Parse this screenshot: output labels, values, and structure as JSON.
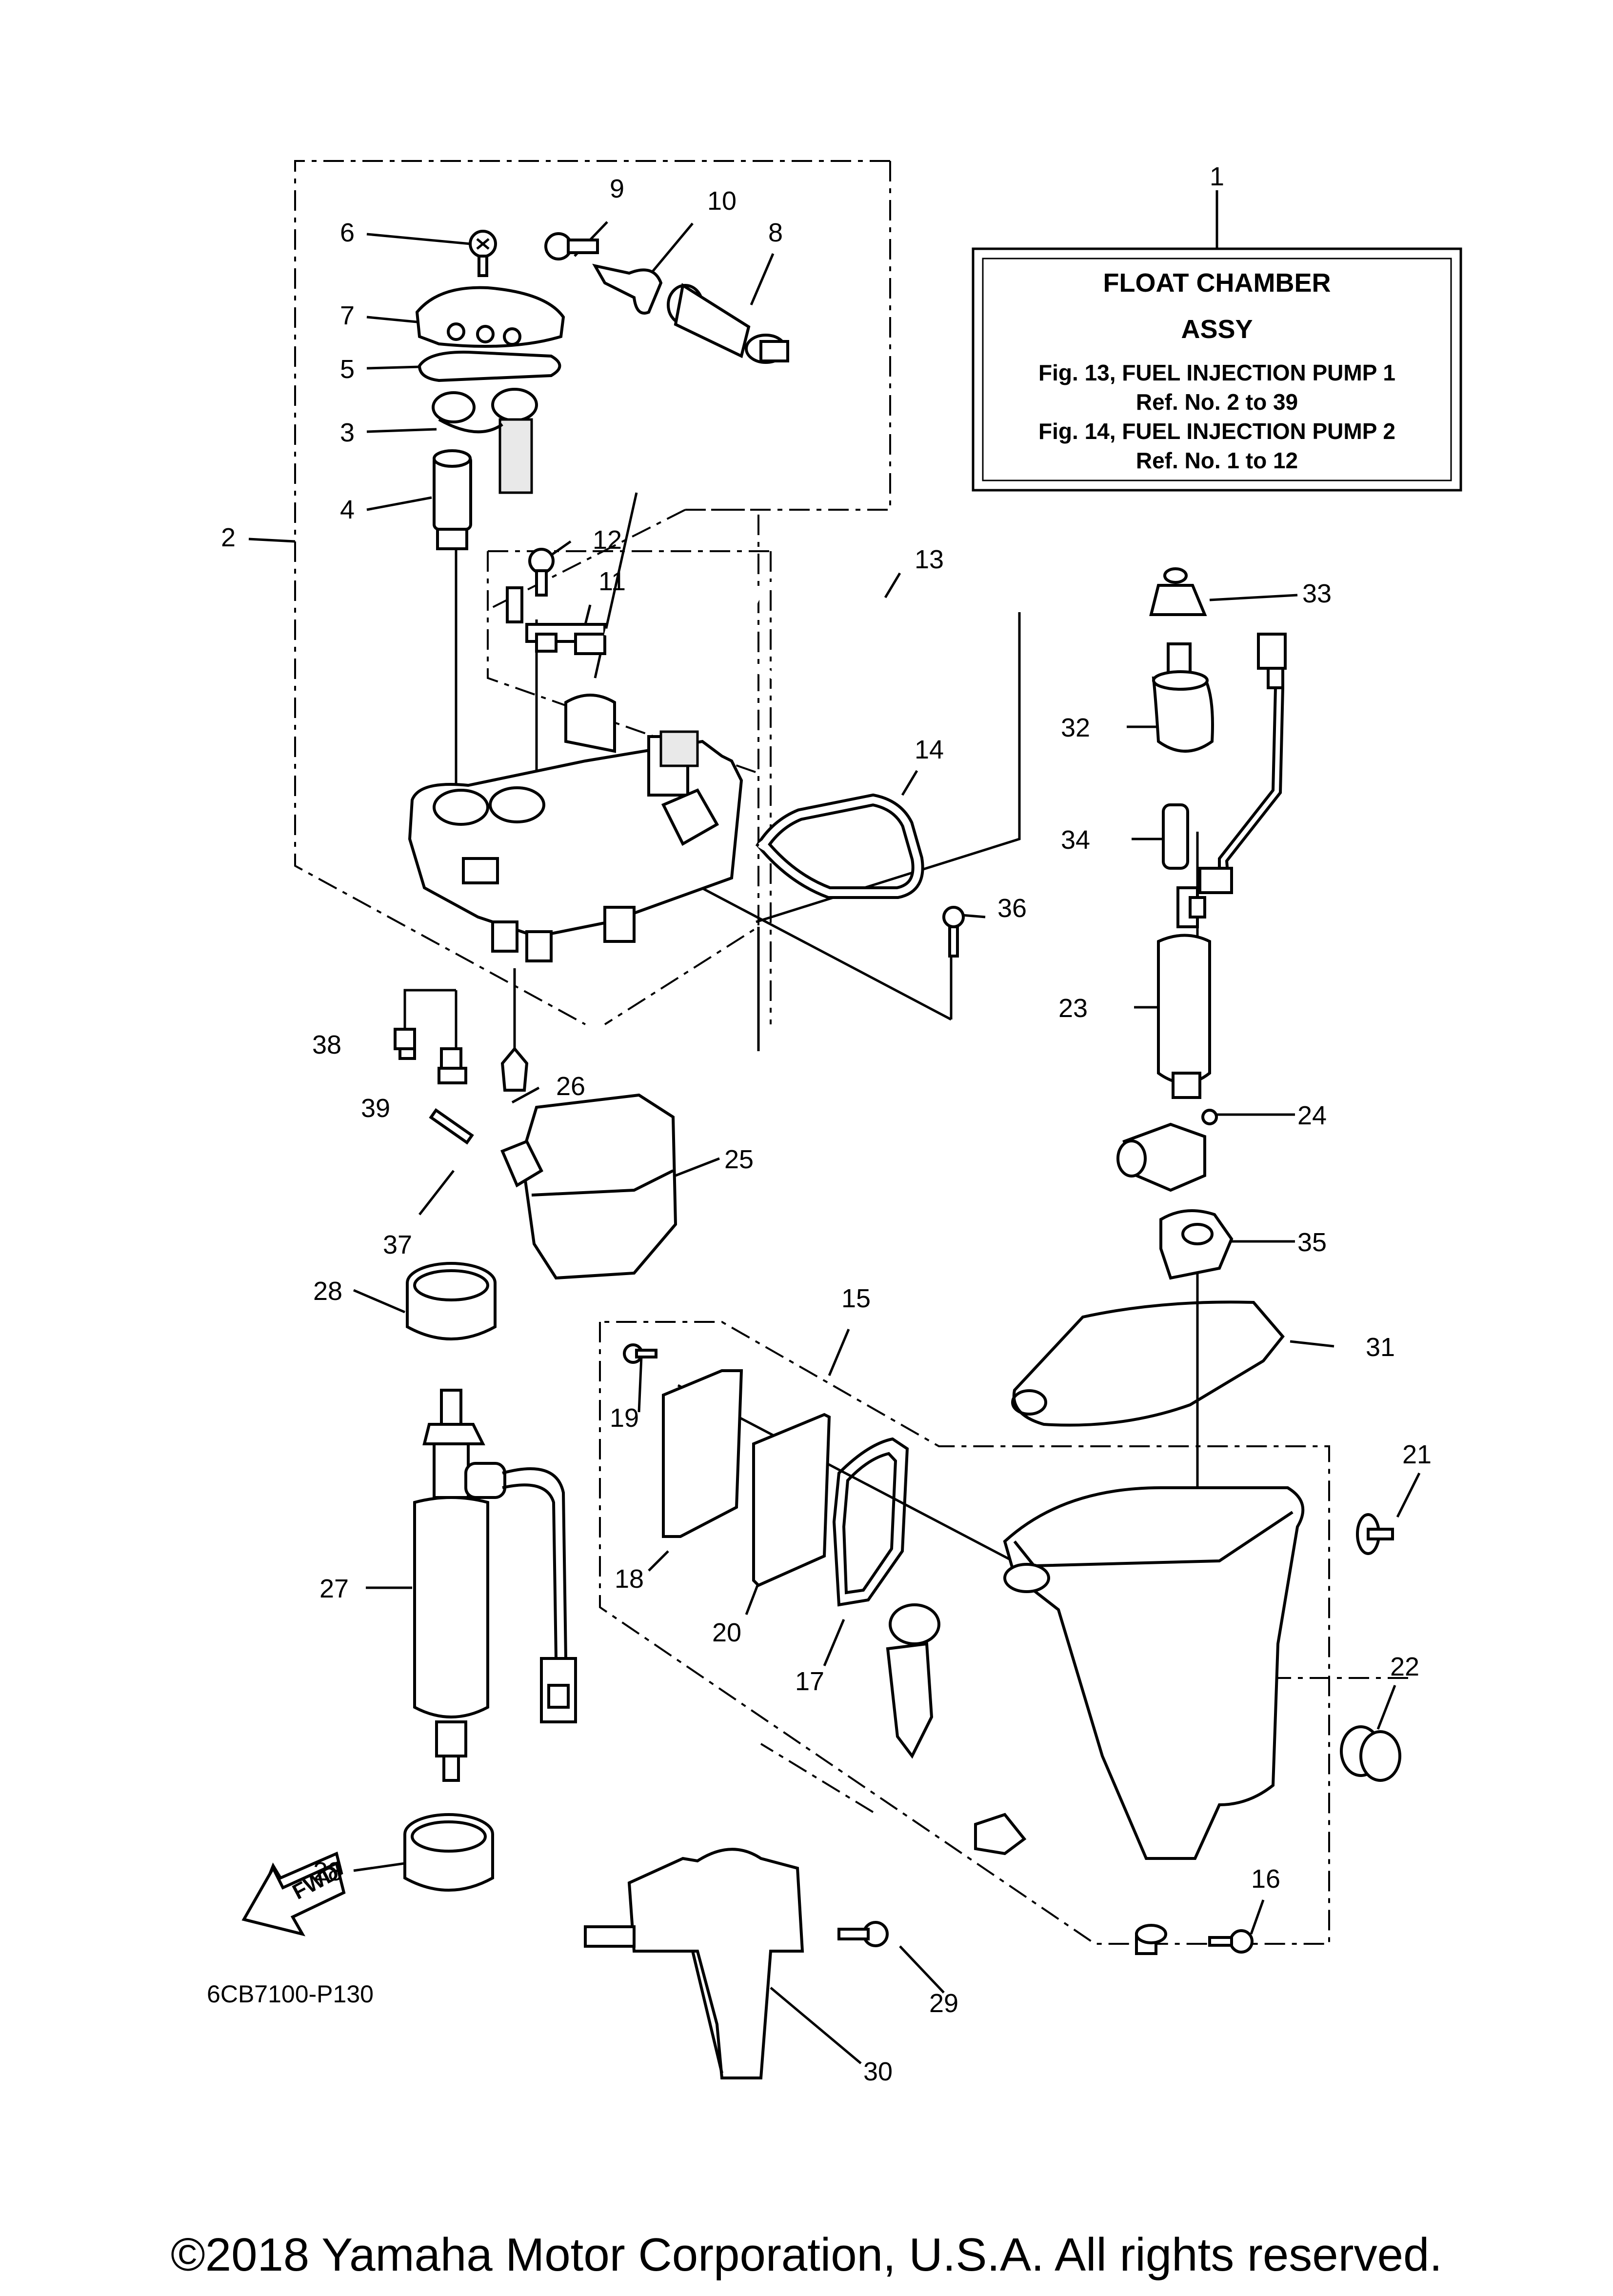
{
  "ref_box": {
    "title_line1": "FLOAT CHAMBER",
    "title_line2": "ASSY",
    "line3": "Fig. 13, FUEL INJECTION PUMP 1",
    "line4": "Ref. No. 2 to 39",
    "line5": "Fig. 14, FUEL INJECTION PUMP 2",
    "line6": "Ref. No. 1 to 12"
  },
  "callouts": {
    "c1": "1",
    "c2": "2",
    "c3": "3",
    "c4": "4",
    "c5": "5",
    "c6": "6",
    "c7": "7",
    "c8": "8",
    "c9": "9",
    "c10": "10",
    "c11": "11",
    "c12": "12",
    "c13": "13",
    "c14": "14",
    "c15": "15",
    "c16": "16",
    "c17": "17",
    "c18": "18",
    "c19": "19",
    "c20": "20",
    "c21": "21",
    "c22": "22",
    "c23": "23",
    "c24": "24",
    "c25": "25",
    "c26": "26",
    "c27": "27",
    "c28a": "28",
    "c28b": "28",
    "c29": "29",
    "c30": "30",
    "c31": "31",
    "c32": "32",
    "c33": "33",
    "c34": "34",
    "c35": "35",
    "c36": "36",
    "c37": "37",
    "c38": "38",
    "c39": "39"
  },
  "fwd_label": "FWD",
  "diagram_code": "6CB7100-P130",
  "copyright": "©2018 Yamaha Motor Corporation, U.S.A. All rights reserved."
}
